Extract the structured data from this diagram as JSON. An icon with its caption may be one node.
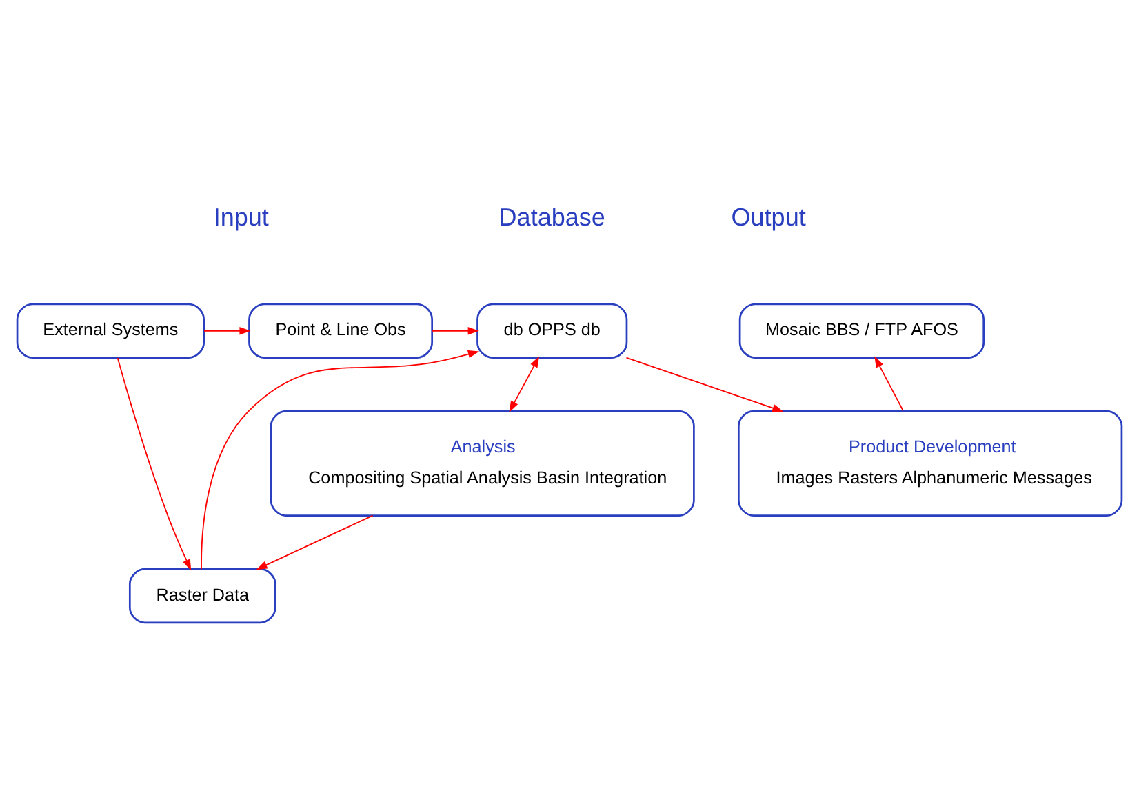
{
  "diagram": {
    "nodes": [
      {
        "text": [
          "External Systems"
        ]
      },
      {
        "text": [
          "Point & Line Obs"
        ]
      },
      {
        "text": [
          "db OPPS db"
        ]
      },
      {
        "text": [
          "Mosaic BBS / FTP AFOS"
        ]
      },
      {
        "text": [
          "Raster Data"
        ]
      },
      {
        "text": [
          "Analysis",
          "Compositing Spatial Analysis Basin Integration"
        ]
      },
      {
        "text": [
          "Product Development",
          "Images Rasters Alphanumeric Messages"
        ]
      }
    ],
    "edges": [
      {
        "from": 0,
        "to": 1,
        "arrow": "to"
      },
      {
        "from": 0,
        "to": 4,
        "arrow": "to"
      },
      {
        "from": 1,
        "to": 2,
        "arrow": "to"
      },
      {
        "from": 4,
        "to": 2,
        "arrow": "to"
      },
      {
        "from": 5,
        "to": 4,
        "arrow": "to"
      },
      {
        "from": 2,
        "to": 5,
        "arrow": "both"
      },
      {
        "from": 2,
        "to": 6,
        "arrow": "to"
      },
      {
        "from": 6,
        "to": 3,
        "arrow": "to"
      }
    ],
    "labels": [
      "Input",
      "Database",
      "Output"
    ]
  }
}
